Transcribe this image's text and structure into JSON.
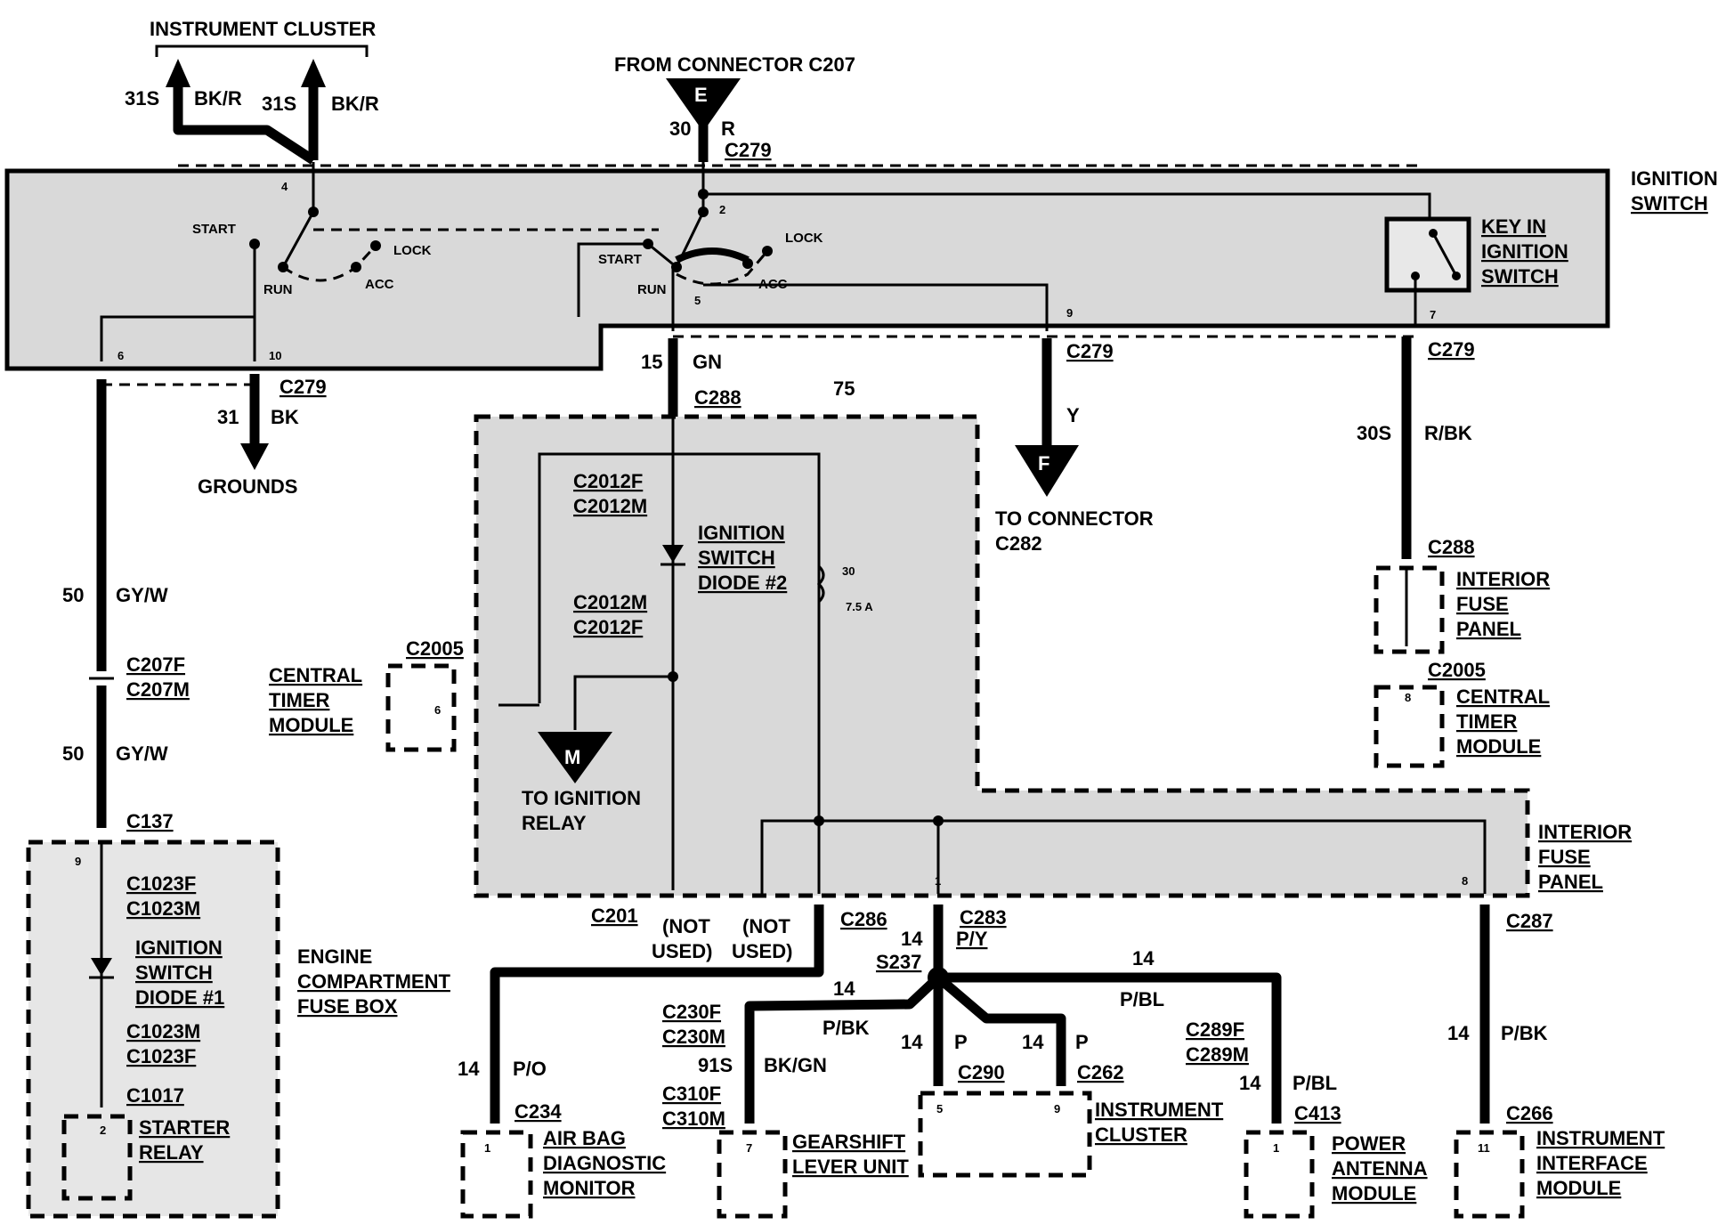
{
  "labels": {
    "instrument_cluster_top": "INSTRUMENT CLUSTER",
    "from_connector": "FROM CONNECTOR C207",
    "ignition_switch_1": "IGNITION",
    "ignition_switch_2": "SWITCH",
    "key_in_1": "KEY IN",
    "key_in_2": "IGNITION",
    "key_in_3": "SWITCH",
    "start": "START",
    "lock": "LOCK",
    "run": "RUN",
    "acc": "ACC",
    "grounds": "GROUNDS",
    "to_connector_1": "TO CONNECTOR",
    "to_connector_2": "C282",
    "central_timer_1": "CENTRAL",
    "central_timer_2": "TIMER",
    "central_timer_3": "MODULE",
    "interior_fuse_1": "INTERIOR",
    "interior_fuse_2": "FUSE",
    "interior_fuse_3": "PANEL",
    "ign_diode2_1": "IGNITION",
    "ign_diode2_2": "SWITCH",
    "ign_diode2_3": "DIODE #2",
    "ign_diode1_1": "IGNITION",
    "ign_diode1_2": "SWITCH",
    "ign_diode1_3": "DIODE #1",
    "to_ign_relay_1": "TO IGNITION",
    "to_ign_relay_2": "RELAY",
    "engine_fuse_1": "ENGINE",
    "engine_fuse_2": "COMPARTMENT",
    "engine_fuse_3": "FUSE BOX",
    "starter_1": "STARTER",
    "starter_2": "RELAY",
    "not_used_1": "(NOT",
    "not_used_2": "USED)",
    "airbag_1": "AIR BAG",
    "airbag_2": "DIAGNOSTIC",
    "airbag_3": "MONITOR",
    "gearshift_1": "GEARSHIFT",
    "gearshift_2": "LEVER UNIT",
    "inst_cluster_1": "INSTRUMENT",
    "inst_cluster_2": "CLUSTER",
    "power_ant_1": "POWER",
    "power_ant_2": "ANTENNA",
    "power_ant_3": "MODULE",
    "inst_iface_1": "INSTRUMENT",
    "inst_iface_2": "INTERFACE",
    "inst_iface_3": "MODULE",
    "fuse_num": "30",
    "fuse_amp": "7.5 A"
  },
  "connectors": {
    "C207": "C207",
    "C207F": "C207F",
    "C207M": "C207M",
    "C279": "C279",
    "C288": "C288",
    "C2005": "C2005",
    "C2012F": "C2012F",
    "C2012M": "C2012M",
    "C137": "C137",
    "C1023F": "C1023F",
    "C1023M": "C1023M",
    "C1017": "C1017",
    "C201": "C201",
    "C286": "C286",
    "C283": "C283",
    "S237": "S237",
    "C230F": "C230F",
    "C230M": "C230M",
    "C310F": "C310F",
    "C310M": "C310M",
    "C234": "C234",
    "C290": "C290",
    "C262": "C262",
    "C289F": "C289F",
    "C289M": "C289M",
    "C413": "C413",
    "C287": "C287",
    "C266": "C266",
    "C282": "C282"
  },
  "wires": [
    {
      "circuit": "31S",
      "color": "BK/R"
    },
    {
      "circuit": "30",
      "color": "R"
    },
    {
      "circuit": "15",
      "color": "GN"
    },
    {
      "circuit": "31",
      "color": "BK"
    },
    {
      "circuit": "75",
      "color": "Y"
    },
    {
      "circuit": "30S",
      "color": "R/BK"
    },
    {
      "circuit": "50",
      "color": "GY/W"
    },
    {
      "circuit": "14",
      "color": "P/Y"
    },
    {
      "circuit": "14",
      "color": "P/BK"
    },
    {
      "circuit": "14",
      "color": "P/BL"
    },
    {
      "circuit": "14",
      "color": "P/O"
    },
    {
      "circuit": "91S",
      "color": "BK/GN"
    },
    {
      "circuit": "14",
      "color": "P"
    }
  ],
  "letters": {
    "E": "E",
    "F": "F",
    "M": "M"
  },
  "pins": {
    "p2": "2",
    "p4": "4",
    "p5": "5",
    "p6": "6",
    "p7": "7",
    "p8": "8",
    "p9": "9",
    "p10": "10",
    "p1": "1",
    "p11": "11"
  }
}
